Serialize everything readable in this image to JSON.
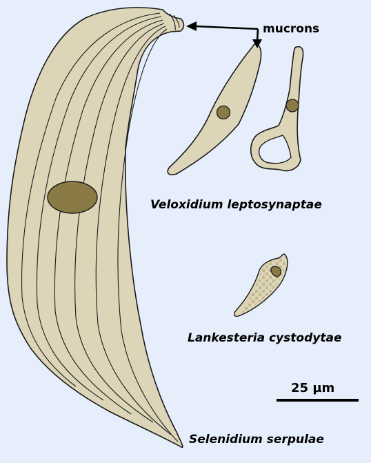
{
  "labels": {
    "mucrons": "mucrons",
    "veloxidium": "Veloxidium leptosynaptae",
    "lankesteria": "Lankesteria cystodytae",
    "selenidium": "Selenidium serpulae",
    "scale_bar": "25 µm"
  },
  "colors": {
    "background": "#e6eefc",
    "cell_fill": "#ddd5b8",
    "cell_stroke": "#1a1a1a",
    "nucleus_fill": "#8a7a45",
    "nucleus_fill_large": "#8a7a45",
    "speckle": "#c4b692",
    "text": "#000000"
  }
}
